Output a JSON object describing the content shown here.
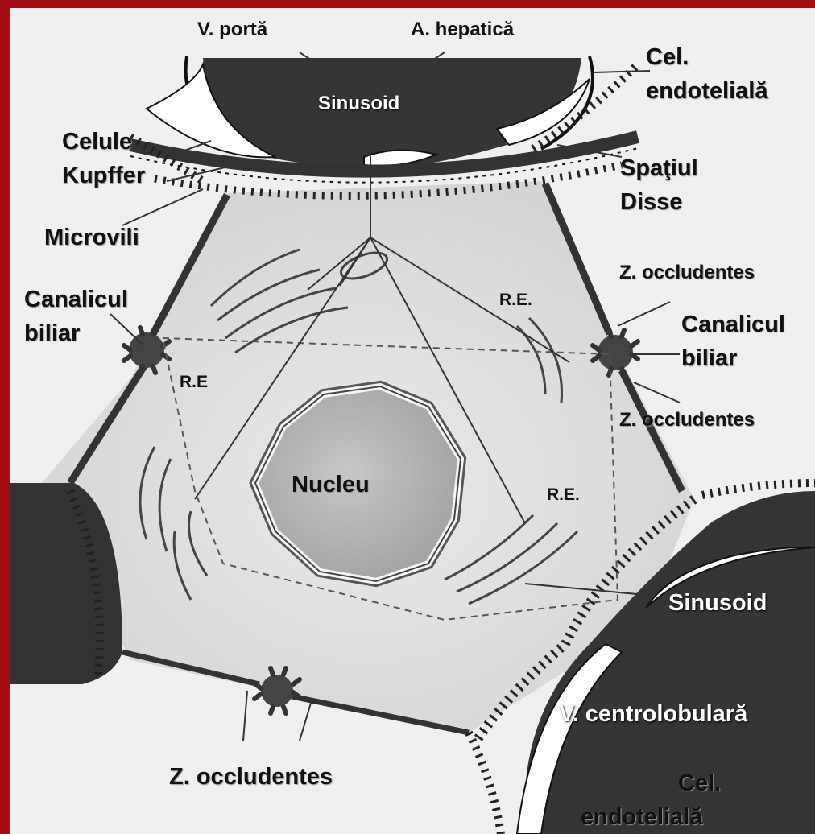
{
  "labels": {
    "vena_porta": "V. portă",
    "artera_hepatica": "A. hepatică",
    "sinusoid_top": "Sinusoid",
    "cel_endoteliala_top_1": "Cel.",
    "cel_endoteliala_top_2": "endotelială",
    "celule_kupffer_1": "Celule",
    "celule_kupffer_2": "Kupffer",
    "spatiul_disse_1": "Spaţiul",
    "spatiul_disse_2": "Disse",
    "microvili": "Microvili",
    "z_occludentes_right_top": "Z. occludentes",
    "canalicul_left_1": "Canalicul",
    "canalicul_left_2": "biliar",
    "re_right_top": "R.E.",
    "canalicul_right_1": "Canalicul",
    "canalicul_right_2": "biliar",
    "re_left": "R.E",
    "z_occludentes_right_mid": "Z. occludentes",
    "nucleu": "Nucleu",
    "re_right_bottom": "R.E.",
    "sinusoid_bottom": "Sinusoid",
    "v_centrolobulara": "V. centrolobulară",
    "z_occludentes_bottom": "Z. occludentes",
    "cel_endoteliala_bottom_1": "Cel.",
    "cel_endoteliala_bottom_2": "endotelială"
  },
  "colors": {
    "frame_border": "#a50d12",
    "background": "#efefef",
    "sinusoid_fill": "#3a3a3a",
    "cell_fill": "#d9d9d9",
    "nucleus_fill": "#b8b8b8"
  }
}
